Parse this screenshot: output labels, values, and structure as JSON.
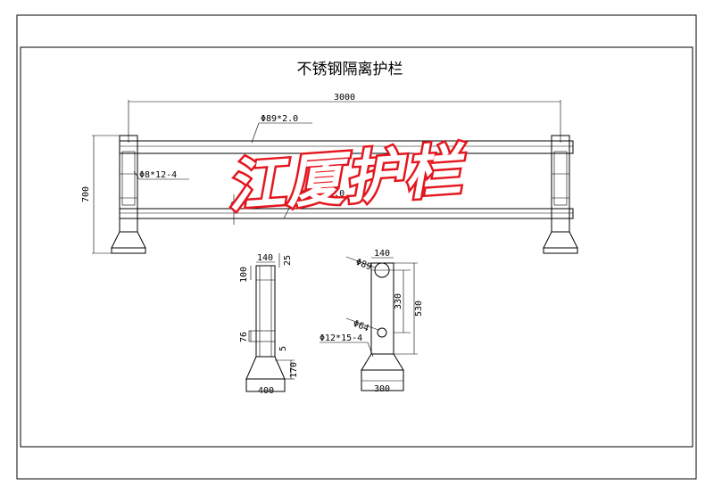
{
  "drawing": {
    "title": "不锈钢隔离护栏",
    "watermark": "江厦护栏",
    "colors": {
      "line": "#000000",
      "watermark_stroke": "#e4161f",
      "paper": "#ffffff"
    }
  },
  "dimensions": {
    "span": "3000",
    "rail_top": "Φ89*2.0",
    "rail_bottom": "Φ63.5*2.0",
    "bolt_post": "Φ8*12-4",
    "height": "700",
    "side_width_top": "140",
    "side_gap": "25",
    "side_top_depth": "100",
    "side_mid": "76",
    "side_small": "5",
    "side_base_height": "170",
    "side_base_width": "400",
    "plate_width": "140",
    "plate_hole_top": "Φ89",
    "plate_hole_bottom": "Φ64",
    "plate_spacing": "330",
    "plate_height": "530",
    "plate_bolt": "Φ12*15-4",
    "plate_base_width": "300"
  }
}
